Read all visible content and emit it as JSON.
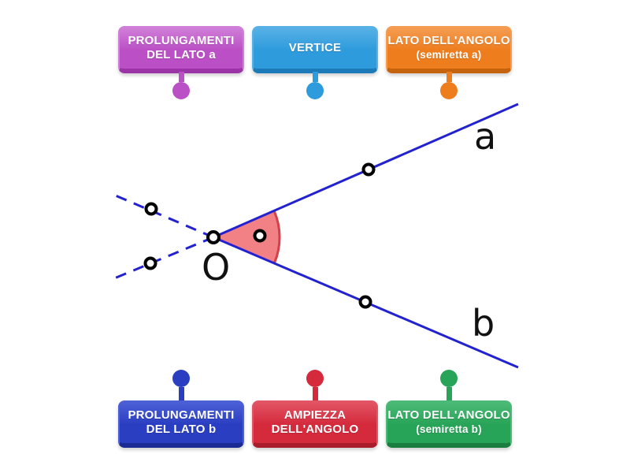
{
  "page": {
    "background": "#ffffff"
  },
  "labels": [
    {
      "id": "prolungamenti-lato-a",
      "line1": "PROLUNGAMENTI",
      "line2": "DEL LATO a",
      "color": "#bb4fc5",
      "color_light": "#d07fd8",
      "color_dark": "#9b34a6",
      "row": "top"
    },
    {
      "id": "vertice",
      "line1": "VERTICE",
      "line2": "",
      "color": "#2e9bdc",
      "color_light": "#58b1e6",
      "color_dark": "#1b7ab7",
      "row": "top"
    },
    {
      "id": "lato-angolo-a",
      "line1": "LATO DELL'ANGOLO",
      "line2": "(semiretta a)",
      "color": "#ee7d1e",
      "color_light": "#f49d52",
      "color_dark": "#c4620e",
      "row": "top"
    },
    {
      "id": "prolungamenti-lato-b",
      "line1": "PROLUNGAMENTI",
      "line2": "DEL LATO b",
      "color": "#2a3ec2",
      "color_light": "#4c60d6",
      "color_dark": "#1b2b93",
      "row": "bottom"
    },
    {
      "id": "ampiezza-angolo",
      "line1": "AMPIEZZA",
      "line2": "DELL'ANGOLO",
      "color": "#d42a3c",
      "color_light": "#e25564",
      "color_dark": "#a81c2b",
      "row": "bottom"
    },
    {
      "id": "lato-angolo-b",
      "line1": "LATO DELL'ANGOLO",
      "line2": "(semiretta b)",
      "color": "#27a457",
      "color_light": "#4cba77",
      "color_dark": "#1a7e41",
      "row": "bottom"
    }
  ],
  "diagram": {
    "vertex_label": "O",
    "ray_a_label": "a",
    "ray_b_label": "b",
    "line_color": "#2222cf",
    "angle_fill": "#f28186",
    "angle_arc_color": "#d6404a",
    "point_marker_stroke": "#000000",
    "point_marker_fill": "#ffffff",
    "letter_color": "#111111"
  }
}
